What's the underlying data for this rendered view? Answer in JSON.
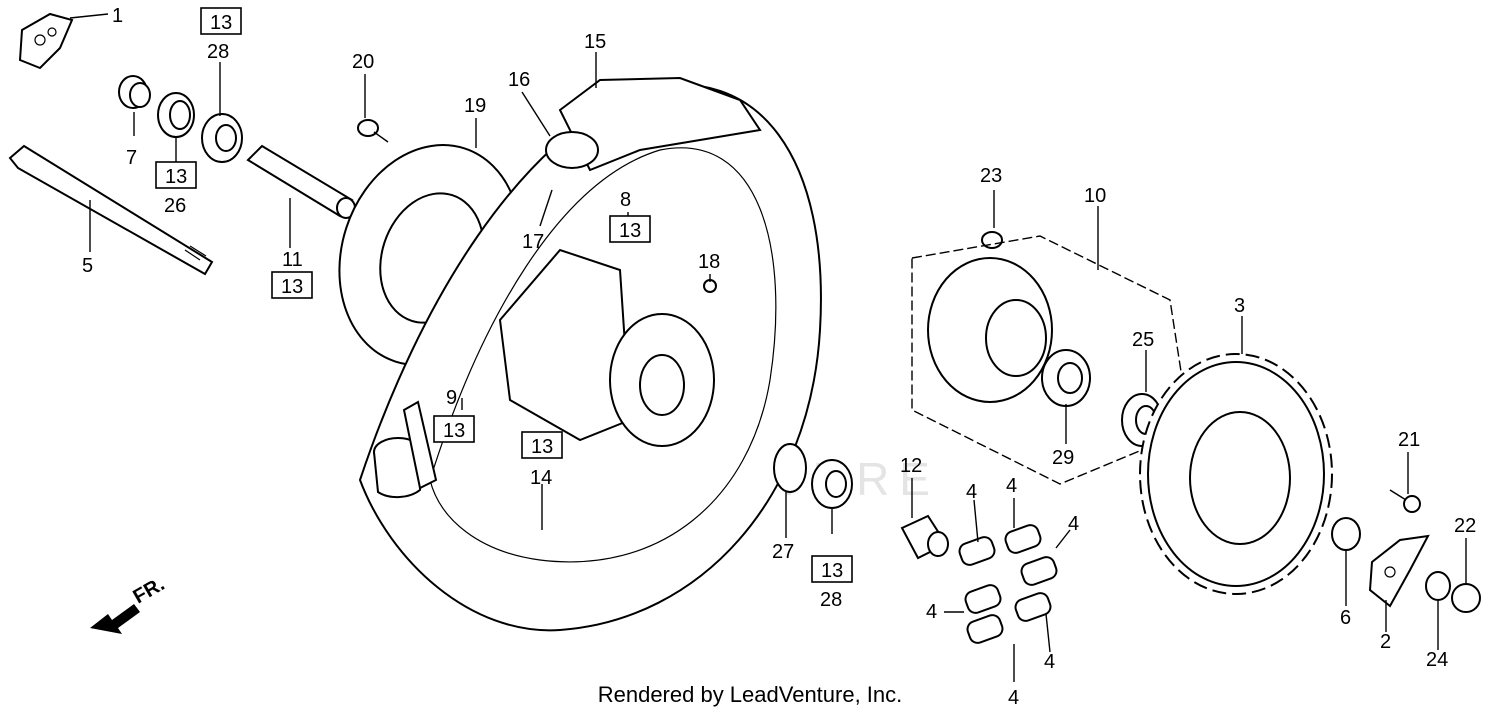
{
  "callouts": {
    "c1": "1",
    "c2": "2",
    "c3": "3",
    "c4a": "4",
    "c4b": "4",
    "c4c": "4",
    "c4d": "4",
    "c4e": "4",
    "c4f": "4",
    "c5": "5",
    "c6": "6",
    "c7": "7",
    "c8": "8",
    "c9": "9",
    "c10": "10",
    "c11": "11",
    "c12": "12",
    "c14": "14",
    "c15": "15",
    "c16": "16",
    "c17": "17",
    "c18": "18",
    "c19": "19",
    "c20": "20",
    "c21": "21",
    "c22": "22",
    "c23": "23",
    "c24": "24",
    "c25": "25",
    "c26": "26",
    "c27": "27",
    "c28a": "28",
    "c28b": "28",
    "c29": "29"
  },
  "ref_box": "13",
  "direction_label": "FR.",
  "watermark": "LEADVENTURE",
  "credit": "Rendered by LeadVenture, Inc."
}
